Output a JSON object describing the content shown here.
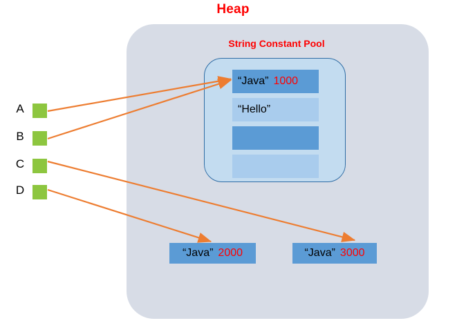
{
  "diagram": {
    "title": "Heap",
    "title_color": "#fe0000",
    "pool_title": "String Constant Pool",
    "background_color": "#ffffff",
    "heap_color": "#d7dce6",
    "pool_color": "#c3dcf0",
    "pool_border_color": "#2e6ca4",
    "arrow_color": "#ed7d31",
    "variable_color": "#8dc63f",
    "object_color": "#5b9bd5",
    "row_light_color": "#a9cced"
  },
  "pool_rows": [
    {
      "label": "“Java”",
      "address": "1000",
      "style": "dark"
    },
    {
      "label": "“Hello”",
      "address": "",
      "style": "light"
    },
    {
      "label": "",
      "address": "",
      "style": "dark"
    },
    {
      "label": "",
      "address": "",
      "style": "light"
    }
  ],
  "variables": [
    {
      "name": "A",
      "points_to": "pool-row-java-1000"
    },
    {
      "name": "B",
      "points_to": "pool-row-java-1000"
    },
    {
      "name": "C",
      "points_to": "heap-object-java-3000"
    },
    {
      "name": "D",
      "points_to": "heap-object-java-2000"
    }
  ],
  "heap_objects": [
    {
      "label": "“Java”",
      "address": "2000"
    },
    {
      "label": "“Java”",
      "address": "3000"
    }
  ]
}
